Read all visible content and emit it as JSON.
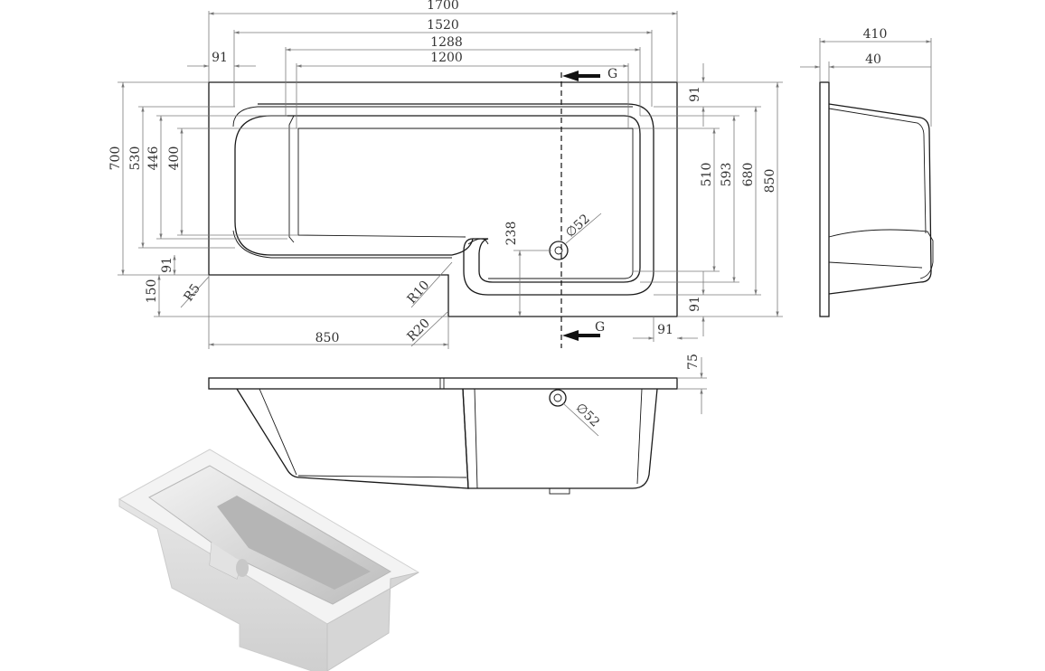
{
  "colors": {
    "ink": "#1a1a1a",
    "dimension": "#7a7a7a",
    "background": "#ffffff",
    "tub_render": "#d9d9d9"
  },
  "plan_view": {
    "widths": [
      "1700",
      "1520",
      "1288",
      "1200"
    ],
    "left_offset": "91",
    "heights_left": [
      "700",
      "530",
      "446",
      "400"
    ],
    "heights_right": [
      "510",
      "593",
      "680",
      "850"
    ],
    "rim_top_right": "91",
    "step_91_left": "91",
    "step_150": "150",
    "radius_r5": "R5",
    "radius_r10": "R10",
    "radius_r20": "R20",
    "bottom_width": "850",
    "waste_depth": "238",
    "waste_diameter": "∅52",
    "rim_bottom_right_vertical": "91",
    "rim_bottom_right_horizontal": "91",
    "section_mark_top": "G",
    "section_mark_bottom": "G"
  },
  "side_view": {
    "rim_thickness": "75",
    "waste_diameter": "∅52"
  },
  "end_view": {
    "overall_width": "410",
    "rim_width": "40"
  },
  "render": {
    "icon": "l-shaped-bath-3d-render"
  }
}
